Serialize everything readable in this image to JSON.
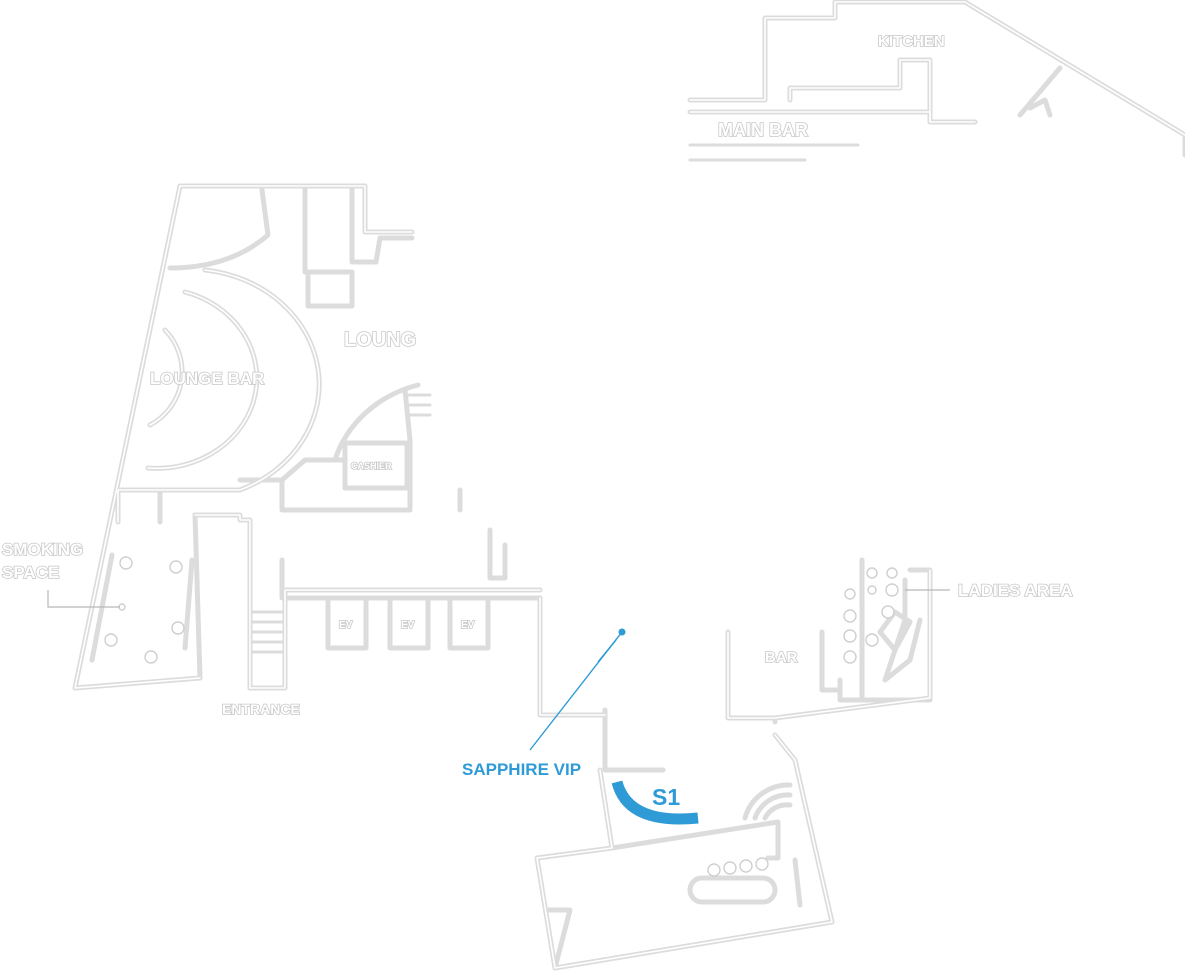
{
  "areas": {
    "kitchen": "KITCHEN",
    "main_bar": "MAIN BAR",
    "lounge": "LOUNG",
    "lounge_bar": "LOUNGE BAR",
    "cashier": "CASHIER",
    "smoking_line1": "SMOKING",
    "smoking_line2": "SPACE",
    "ev1": "EV",
    "ev2": "EV",
    "ev3": "EV",
    "entrance": "ENTRANCE",
    "ladies_area": "LADIES AREA",
    "bar": "BAR"
  },
  "vip": {
    "label": "SAPPHIRE VIP",
    "section": "S1",
    "color": "#2e9bd6"
  }
}
